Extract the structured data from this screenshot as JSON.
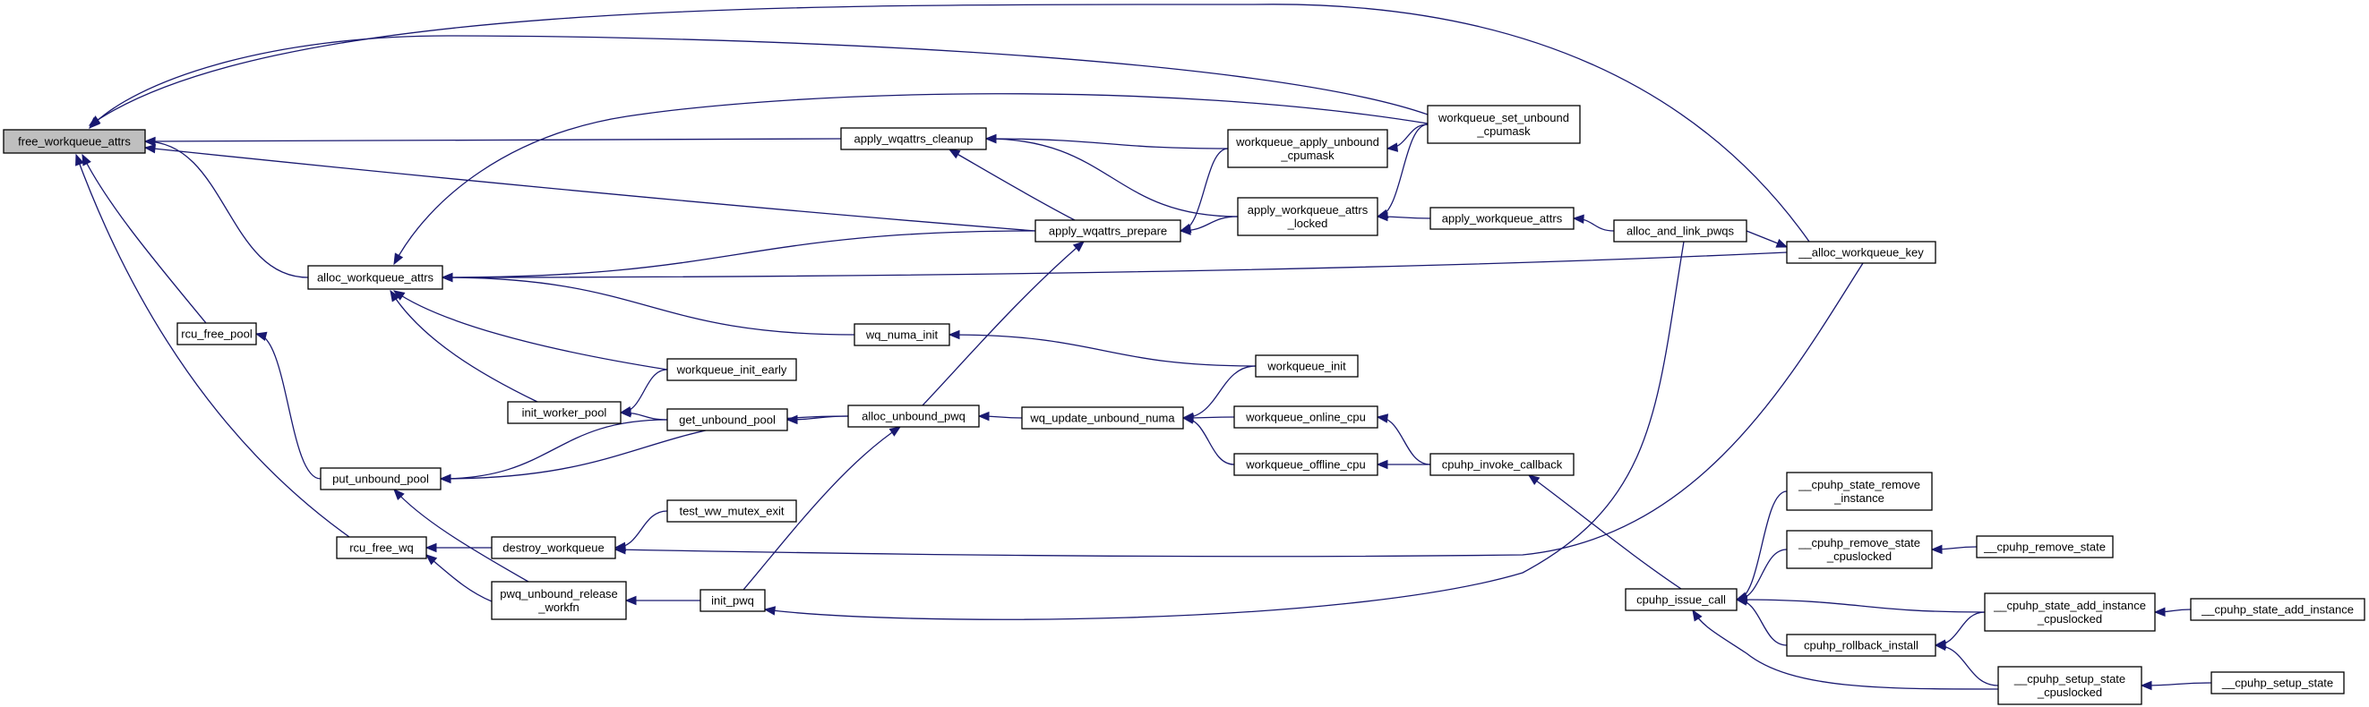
{
  "colors": {
    "edge": "#191970",
    "root_fill": "#bfbfbf",
    "node_border": "#000000"
  },
  "nodes": {
    "free_workqueue_attrs": [
      "free_workqueue_attrs"
    ],
    "alloc_workqueue_attrs": [
      "alloc_workqueue_attrs"
    ],
    "rcu_free_pool": [
      "rcu_free_pool"
    ],
    "put_unbound_pool": [
      "put_unbound_pool"
    ],
    "rcu_free_wq": [
      "rcu_free_wq"
    ],
    "apply_wqattrs_cleanup": [
      "apply_wqattrs_cleanup"
    ],
    "apply_wqattrs_prepare": [
      "apply_wqattrs_prepare"
    ],
    "wq_numa_init": [
      "wq_numa_init"
    ],
    "workqueue_init_early": [
      "workqueue_init_early"
    ],
    "init_worker_pool": [
      "init_worker_pool"
    ],
    "get_unbound_pool": [
      "get_unbound_pool"
    ],
    "alloc_unbound_pwq": [
      "alloc_unbound_pwq"
    ],
    "destroy_workqueue": [
      "destroy_workqueue"
    ],
    "test_ww_mutex_exit": [
      "test_ww_mutex_exit"
    ],
    "pwq_unbound_release_workfn": [
      "pwq_unbound_release",
      "_workfn"
    ],
    "init_pwq": [
      "init_pwq"
    ],
    "workqueue_apply_unbound_cpumask": [
      "workqueue_apply_unbound",
      "_cpumask"
    ],
    "apply_workqueue_attrs_locked": [
      "apply_workqueue_attrs",
      "_locked"
    ],
    "workqueue_set_unbound_cpumask": [
      "workqueue_set_unbound",
      "_cpumask"
    ],
    "apply_workqueue_attrs": [
      "apply_workqueue_attrs"
    ],
    "alloc_and_link_pwqs": [
      "alloc_and_link_pwqs"
    ],
    "alloc_workqueue_key": [
      "__alloc_workqueue_key"
    ],
    "workqueue_init": [
      "workqueue_init"
    ],
    "wq_update_unbound_numa": [
      "wq_update_unbound_numa"
    ],
    "workqueue_online_cpu": [
      "workqueue_online_cpu"
    ],
    "workqueue_offline_cpu": [
      "workqueue_offline_cpu"
    ],
    "cpuhp_invoke_callback": [
      "cpuhp_invoke_callback"
    ],
    "cpuhp_issue_call": [
      "cpuhp_issue_call"
    ],
    "cpuhp_state_remove_instance": [
      "__cpuhp_state_remove",
      "_instance"
    ],
    "cpuhp_remove_state_cpuslocked": [
      "__cpuhp_remove_state",
      "_cpuslocked"
    ],
    "cpuhp_remove_state": [
      "__cpuhp_remove_state"
    ],
    "cpuhp_rollback_install": [
      "cpuhp_rollback_install"
    ],
    "cpuhp_state_add_instance_cpuslocked": [
      "__cpuhp_state_add_instance",
      "_cpuslocked"
    ],
    "cpuhp_state_add_instance": [
      "__cpuhp_state_add_instance"
    ],
    "cpuhp_setup_state_cpuslocked": [
      "__cpuhp_setup_state",
      "_cpuslocked"
    ],
    "cpuhp_setup_state": [
      "__cpuhp_setup_state"
    ]
  },
  "edges": [
    [
      "free_workqueue_attrs",
      "alloc_workqueue_attrs"
    ],
    [
      "free_workqueue_attrs",
      "rcu_free_pool"
    ],
    [
      "free_workqueue_attrs",
      "rcu_free_wq"
    ],
    [
      "free_workqueue_attrs",
      "apply_wqattrs_cleanup"
    ],
    [
      "free_workqueue_attrs",
      "apply_wqattrs_prepare"
    ],
    [
      "free_workqueue_attrs",
      "workqueue_set_unbound_cpumask"
    ],
    [
      "free_workqueue_attrs",
      "alloc_workqueue_key"
    ],
    [
      "alloc_workqueue_attrs",
      "apply_wqattrs_prepare"
    ],
    [
      "alloc_workqueue_attrs",
      "workqueue_set_unbound_cpumask"
    ],
    [
      "alloc_workqueue_attrs",
      "alloc_workqueue_key"
    ],
    [
      "alloc_workqueue_attrs",
      "wq_numa_init"
    ],
    [
      "alloc_workqueue_attrs",
      "workqueue_init_early"
    ],
    [
      "alloc_workqueue_attrs",
      "init_worker_pool"
    ],
    [
      "rcu_free_pool",
      "put_unbound_pool"
    ],
    [
      "put_unbound_pool",
      "get_unbound_pool"
    ],
    [
      "put_unbound_pool",
      "alloc_unbound_pwq"
    ],
    [
      "put_unbound_pool",
      "pwq_unbound_release_workfn"
    ],
    [
      "rcu_free_wq",
      "destroy_workqueue"
    ],
    [
      "rcu_free_wq",
      "pwq_unbound_release_workfn"
    ],
    [
      "init_worker_pool",
      "workqueue_init_early"
    ],
    [
      "init_worker_pool",
      "get_unbound_pool"
    ],
    [
      "get_unbound_pool",
      "alloc_unbound_pwq"
    ],
    [
      "apply_wqattrs_cleanup",
      "workqueue_apply_unbound_cpumask"
    ],
    [
      "apply_wqattrs_cleanup",
      "apply_workqueue_attrs_locked"
    ],
    [
      "apply_wqattrs_cleanup",
      "apply_wqattrs_prepare"
    ],
    [
      "apply_wqattrs_prepare",
      "workqueue_apply_unbound_cpumask"
    ],
    [
      "apply_wqattrs_prepare",
      "apply_workqueue_attrs_locked"
    ],
    [
      "alloc_unbound_pwq",
      "apply_wqattrs_prepare"
    ],
    [
      "alloc_unbound_pwq",
      "wq_update_unbound_numa"
    ],
    [
      "init_pwq",
      "alloc_unbound_pwq"
    ],
    [
      "init_pwq",
      "alloc_and_link_pwqs"
    ],
    [
      "destroy_workqueue",
      "test_ww_mutex_exit"
    ],
    [
      "destroy_workqueue",
      "alloc_workqueue_key"
    ],
    [
      "pwq_unbound_release_workfn",
      "init_pwq"
    ],
    [
      "wq_numa_init",
      "workqueue_init"
    ],
    [
      "workqueue_apply_unbound_cpumask",
      "workqueue_set_unbound_cpumask"
    ],
    [
      "apply_workqueue_attrs_locked",
      "workqueue_set_unbound_cpumask"
    ],
    [
      "apply_workqueue_attrs_locked",
      "apply_workqueue_attrs"
    ],
    [
      "apply_workqueue_attrs",
      "alloc_and_link_pwqs"
    ],
    [
      "alloc_and_link_pwqs",
      "alloc_workqueue_key"
    ],
    [
      "wq_update_unbound_numa",
      "workqueue_init"
    ],
    [
      "wq_update_unbound_numa",
      "workqueue_online_cpu"
    ],
    [
      "wq_update_unbound_numa",
      "workqueue_offline_cpu"
    ],
    [
      "workqueue_online_cpu",
      "cpuhp_invoke_callback"
    ],
    [
      "workqueue_offline_cpu",
      "cpuhp_invoke_callback"
    ],
    [
      "cpuhp_invoke_callback",
      "cpuhp_issue_call"
    ],
    [
      "cpuhp_issue_call",
      "cpuhp_state_remove_instance"
    ],
    [
      "cpuhp_issue_call",
      "cpuhp_remove_state_cpuslocked"
    ],
    [
      "cpuhp_issue_call",
      "cpuhp_state_add_instance_cpuslocked"
    ],
    [
      "cpuhp_issue_call",
      "cpuhp_rollback_install"
    ],
    [
      "cpuhp_issue_call",
      "cpuhp_setup_state_cpuslocked"
    ],
    [
      "cpuhp_remove_state_cpuslocked",
      "cpuhp_remove_state"
    ],
    [
      "cpuhp_rollback_install",
      "cpuhp_state_add_instance_cpuslocked"
    ],
    [
      "cpuhp_rollback_install",
      "cpuhp_setup_state_cpuslocked"
    ],
    [
      "cpuhp_state_add_instance_cpuslocked",
      "cpuhp_state_add_instance"
    ],
    [
      "cpuhp_setup_state_cpuslocked",
      "cpuhp_setup_state"
    ]
  ]
}
